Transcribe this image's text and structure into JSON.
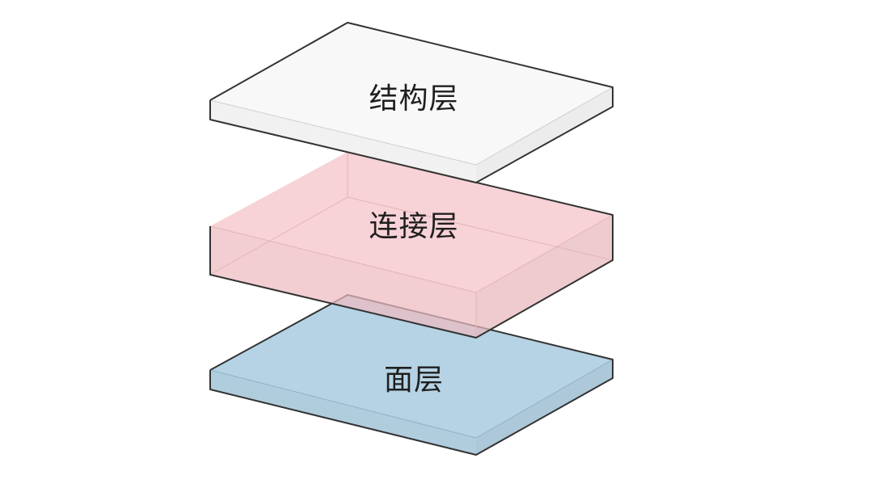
{
  "layers": {
    "top": {
      "label": "结构层",
      "color": "#f8f8f8"
    },
    "middle": {
      "label": "连接层",
      "color": "#f4c1c6"
    },
    "bottom": {
      "label": "面层",
      "color": "#b5d3e4"
    }
  }
}
